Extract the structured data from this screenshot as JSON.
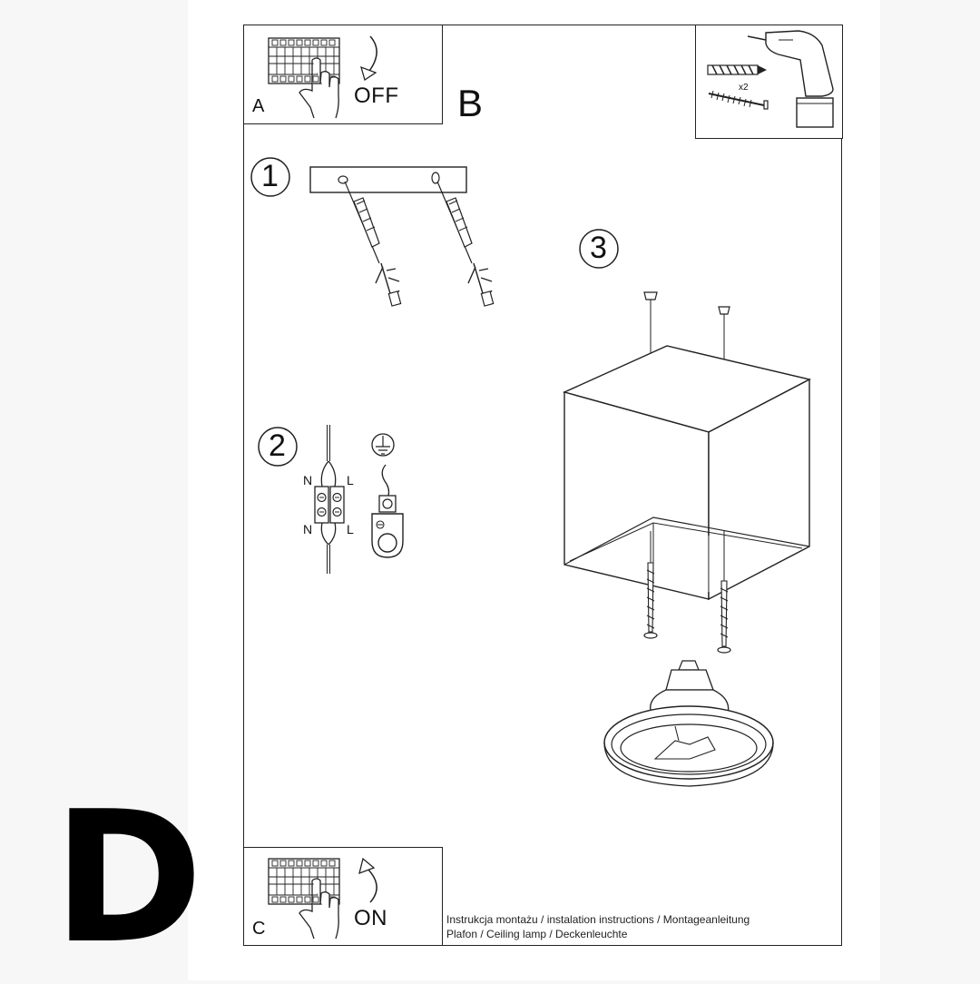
{
  "page_letter": "D",
  "step_a": {
    "letter": "A",
    "state": "OFF"
  },
  "step_b": {
    "letter": "B",
    "screw_count": "x2"
  },
  "step_c": {
    "letter": "C",
    "state": "ON"
  },
  "steps": [
    "1",
    "2",
    "3"
  ],
  "wiring": {
    "neutral_top": "N",
    "live_top": "L",
    "neutral_bottom": "N",
    "live_bottom": "L"
  },
  "footer": {
    "line1": "Instrukcja montażu / instalation instructions / Montageanleitung",
    "line2": "Plafon / Ceiling lamp / Deckenleuchte"
  },
  "icons": [
    "breaker-panel-icon",
    "hand-pointer-icon",
    "rotate-arrow-icon",
    "drill-icon",
    "wall-plug-icon",
    "screw-icon",
    "ground-symbol-icon",
    "terminal-block-icon"
  ]
}
